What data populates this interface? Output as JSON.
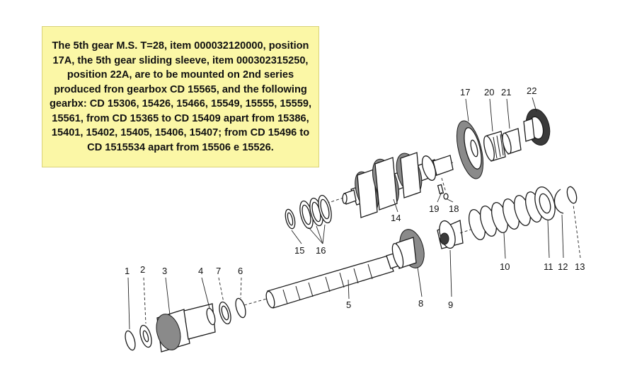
{
  "note": {
    "text": "The 5th gear M.S. T=28, item 000032120000, position 17A, the 5th gear sliding sleeve, item 000302315250, position 22A, are to be mounted on 2nd series produced fron gearbox CD 15565, and the following gearbx: CD 15306, 15426, 15466, 15549, 15555, 15559, 15561, from CD 15365 to CD 15409 apart from 15386, 15401, 15402, 15405, 15406, 15407; from CD 15496 to CD 1515534 apart from 15506 e 15526.",
    "background": "#fbf7a6"
  },
  "parts": [
    {
      "id": "p1",
      "label": "1"
    },
    {
      "id": "p2",
      "label": "2"
    },
    {
      "id": "p3",
      "label": "3"
    },
    {
      "id": "p4",
      "label": "4"
    },
    {
      "id": "p7",
      "label": "7"
    },
    {
      "id": "p6",
      "label": "6"
    },
    {
      "id": "p5",
      "label": "5"
    },
    {
      "id": "p8",
      "label": "8"
    },
    {
      "id": "p9",
      "label": "9"
    },
    {
      "id": "p10",
      "label": "10"
    },
    {
      "id": "p11",
      "label": "11"
    },
    {
      "id": "p12",
      "label": "12"
    },
    {
      "id": "p13",
      "label": "13"
    },
    {
      "id": "p14",
      "label": "14"
    },
    {
      "id": "p15",
      "label": "15"
    },
    {
      "id": "p16",
      "label": "16"
    },
    {
      "id": "p17",
      "label": "17"
    },
    {
      "id": "p18",
      "label": "18"
    },
    {
      "id": "p19",
      "label": "19"
    },
    {
      "id": "p20",
      "label": "20"
    },
    {
      "id": "p21",
      "label": "21"
    },
    {
      "id": "p22",
      "label": "22"
    }
  ]
}
